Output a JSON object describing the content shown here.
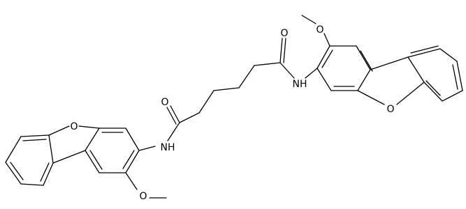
{
  "atoms": {
    "o_methoxy_top": "O",
    "o_carbonyl_top": "O",
    "nh_top": "NH",
    "o_furan_right": "O",
    "o_carbonyl_bottom": "O",
    "o_furan_left": "O",
    "nh_bottom": "NH",
    "o_methoxy_bottom": "O"
  }
}
